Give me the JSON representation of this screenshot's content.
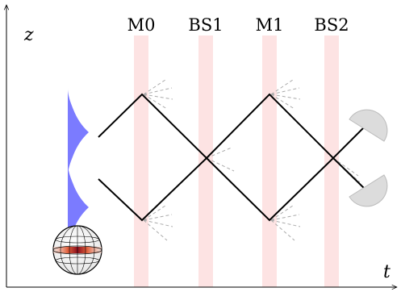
{
  "axes": {
    "vertical_label": "z",
    "horizontal_label": "t"
  },
  "elements": [
    {
      "label": "M0",
      "kind": "mirror"
    },
    {
      "label": "BS1",
      "kind": "beam-splitter"
    },
    {
      "label": "M1",
      "kind": "mirror"
    },
    {
      "label": "BS2",
      "kind": "beam-splitter"
    }
  ],
  "colors": {
    "element_band": "#fde3e3",
    "wavepacket": "#7b7bff",
    "beam": "#000000",
    "scatter_rays": "#aaaaaa",
    "detector": "#dcdcdc",
    "bloch_band": "#c0392b"
  }
}
